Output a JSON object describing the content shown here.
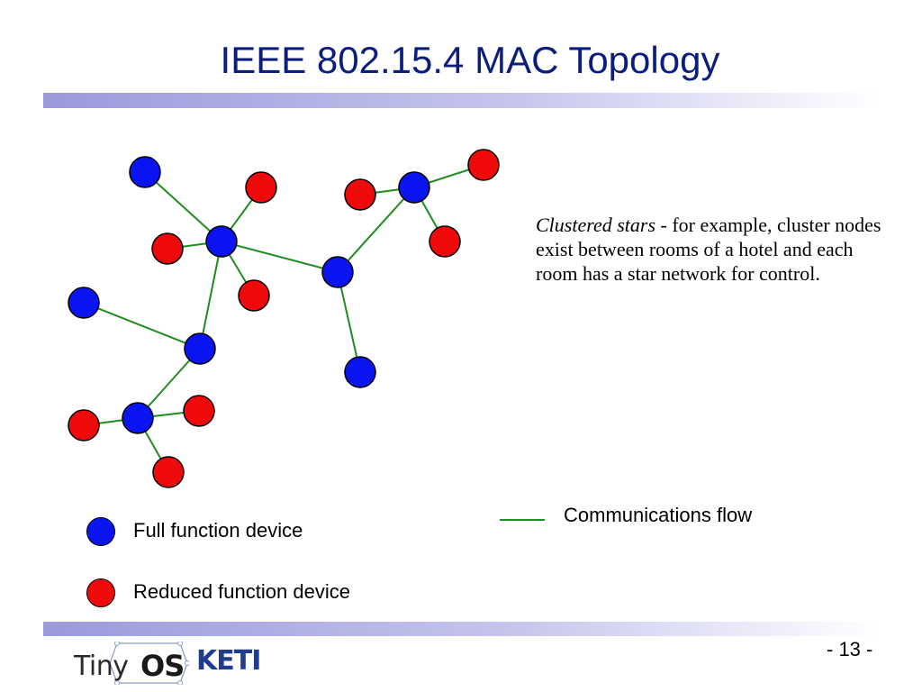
{
  "slide": {
    "title": "IEEE 802.15.4 MAC Topology",
    "description_italic": "Clustered stars",
    "description_rest": " - for example, cluster nodes exist between rooms of a hotel and each room has a star network for control.",
    "page_number": "- 13 -"
  },
  "legend": {
    "full_label": "Full function device",
    "reduced_label": "Reduced function device",
    "flow_label": "Communications flow"
  },
  "logos": {
    "tinyos_tiny": "Tiny",
    "tinyos_os": "OS",
    "keti": "KETI"
  },
  "colors": {
    "full_function": "#0a14f0",
    "reduced_function": "#ee0a0a",
    "link": "#1e8c1e",
    "title": "#0b1e7d"
  },
  "diagram": {
    "nodes": [
      {
        "id": "c1",
        "type": "full"
      },
      {
        "id": "c2",
        "type": "full"
      },
      {
        "id": "c3",
        "type": "full"
      },
      {
        "id": "c4",
        "type": "full"
      },
      {
        "id": "c5",
        "type": "full"
      },
      {
        "id": "f1",
        "type": "full"
      },
      {
        "id": "f2",
        "type": "full"
      },
      {
        "id": "f3",
        "type": "full"
      },
      {
        "id": "r1",
        "type": "reduced"
      },
      {
        "id": "r2",
        "type": "reduced"
      },
      {
        "id": "r3",
        "type": "reduced"
      },
      {
        "id": "r4",
        "type": "reduced"
      },
      {
        "id": "r5",
        "type": "reduced"
      },
      {
        "id": "r6",
        "type": "reduced"
      },
      {
        "id": "r7",
        "type": "reduced"
      },
      {
        "id": "r8",
        "type": "reduced"
      },
      {
        "id": "r9",
        "type": "reduced"
      }
    ],
    "links": [
      [
        "c1",
        "f1"
      ],
      [
        "c1",
        "r1"
      ],
      [
        "c1",
        "r2"
      ],
      [
        "c1",
        "r3"
      ],
      [
        "c1",
        "c2"
      ],
      [
        "c1",
        "c4"
      ],
      [
        "c2",
        "c3"
      ],
      [
        "c2",
        "f2"
      ],
      [
        "c3",
        "r4"
      ],
      [
        "c3",
        "r5"
      ],
      [
        "c3",
        "r6"
      ],
      [
        "c4",
        "f3"
      ],
      [
        "c4",
        "c5"
      ],
      [
        "c5",
        "r7"
      ],
      [
        "c5",
        "r8"
      ],
      [
        "c5",
        "r9"
      ]
    ]
  }
}
